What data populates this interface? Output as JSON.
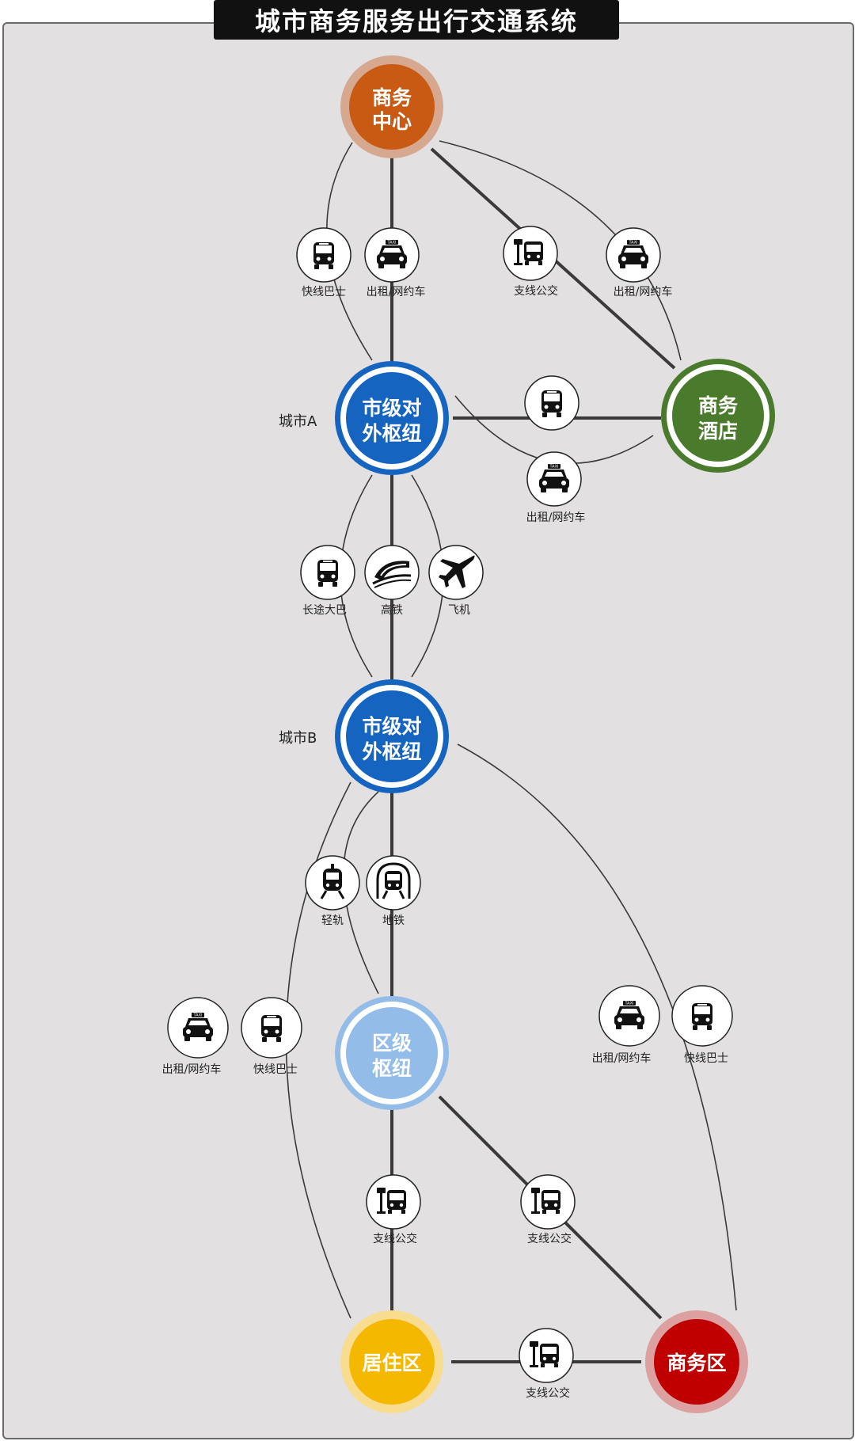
{
  "title": "城市商务服务出行交通系统",
  "colors": {
    "orange": "#c85a14",
    "blue": "#1565c0",
    "green": "#4a7a2c",
    "light_blue": "#93bde8",
    "yellow": "#f5b800",
    "red": "#c00000",
    "background": "#e2e0e1"
  },
  "nodes": {
    "business_center": [
      "商务",
      "中心"
    ],
    "hub_a": [
      "市级对",
      "外枢纽"
    ],
    "hotel": [
      "商务",
      "酒店"
    ],
    "hub_b": [
      "市级对",
      "外枢纽"
    ],
    "district_hub": [
      "区级",
      "枢纽"
    ],
    "residential": "居住区",
    "business_district": "商务区"
  },
  "city_labels": {
    "a": "城市A",
    "b": "城市B"
  },
  "modes": {
    "m1": {
      "label": "快线巴士",
      "icon": "bus-front-icon"
    },
    "m2": {
      "label": "出租/网约车",
      "icon": "taxi-icon"
    },
    "m3": {
      "label": "支线公交",
      "icon": "bus-stop-icon"
    },
    "m4": {
      "label": "出租/网约车",
      "icon": "taxi-icon"
    },
    "m5": {
      "label": "",
      "icon": "bus-front-icon"
    },
    "m6": {
      "label": "出租/网约车",
      "icon": "taxi-icon"
    },
    "m7": {
      "label": "长途大巴",
      "icon": "bus-front-icon"
    },
    "m8": {
      "label": "高铁",
      "icon": "high-speed-rail-icon"
    },
    "m9": {
      "label": "飞机",
      "icon": "airplane-icon"
    },
    "m10": {
      "label": "轻轨",
      "icon": "light-rail-icon"
    },
    "m11": {
      "label": "地铁",
      "icon": "subway-icon"
    },
    "m12": {
      "label": "出租/网约车",
      "icon": "taxi-icon"
    },
    "m13": {
      "label": "快线巴士",
      "icon": "bus-front-icon"
    },
    "m14": {
      "label": "出租/网约车",
      "icon": "taxi-icon"
    },
    "m15": {
      "label": "快线巴士",
      "icon": "bus-front-icon"
    },
    "m16": {
      "label": "支线公交",
      "icon": "bus-stop-icon"
    },
    "m17": {
      "label": "支线公交",
      "icon": "bus-stop-icon"
    },
    "m18": {
      "label": "支线公交",
      "icon": "bus-stop-icon"
    }
  }
}
